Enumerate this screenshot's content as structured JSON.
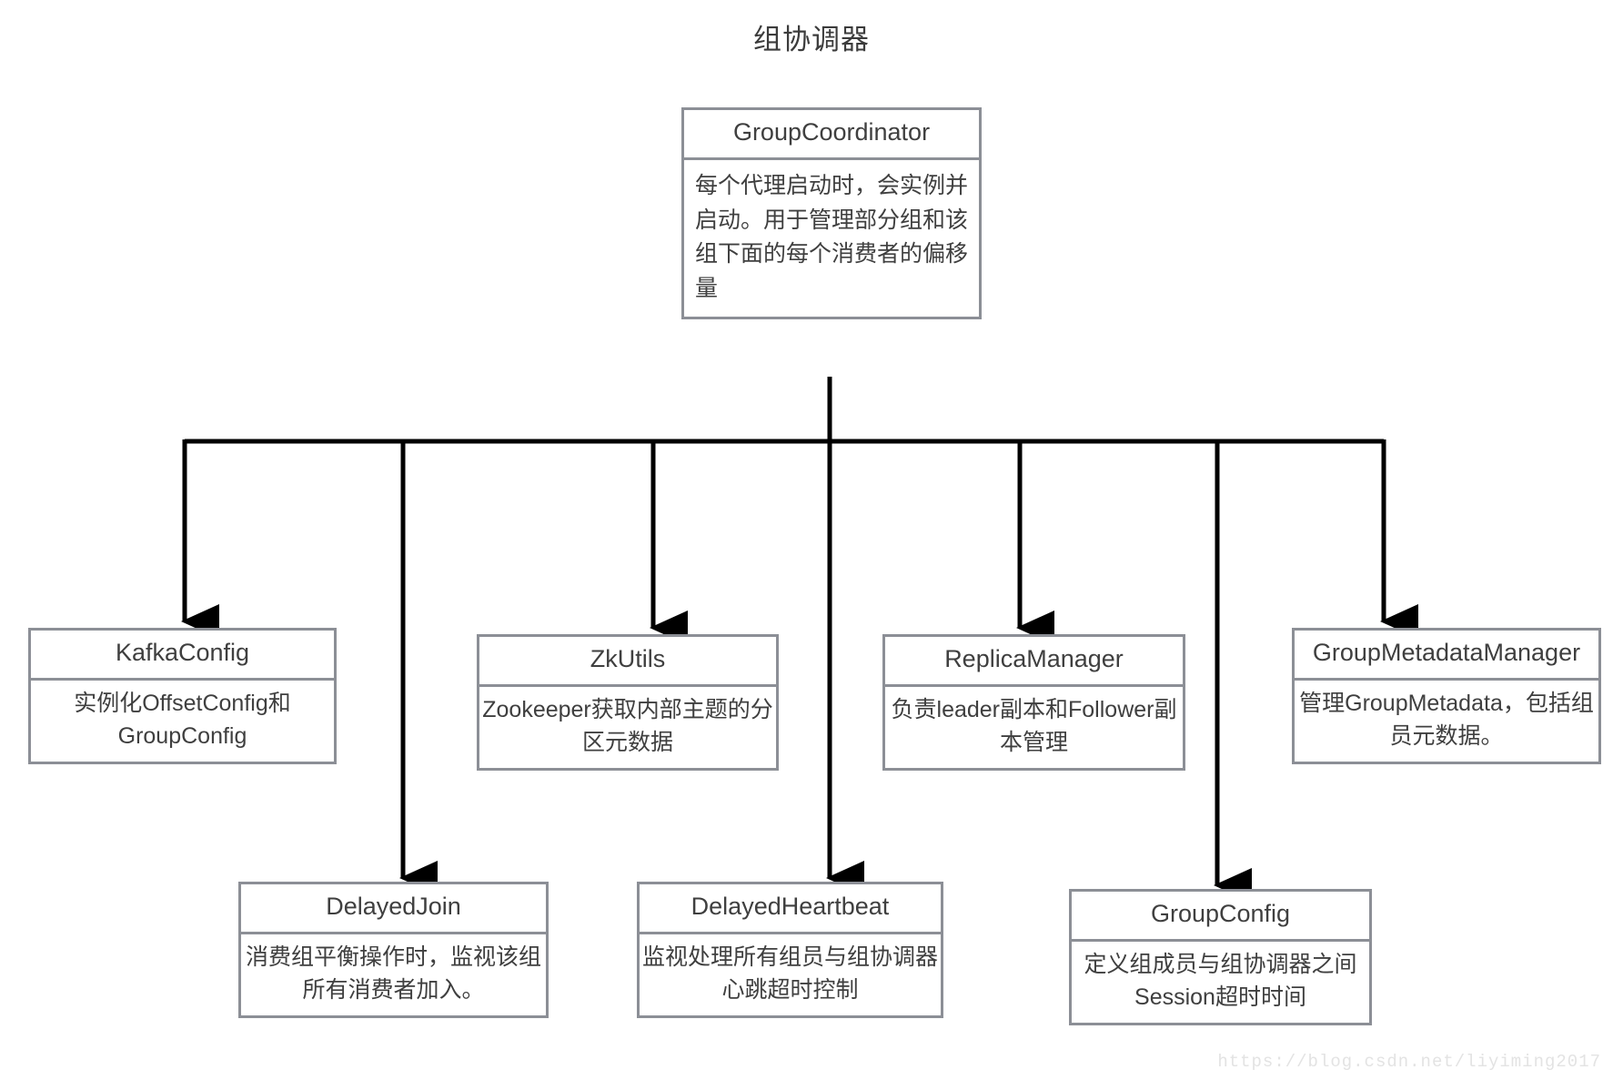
{
  "diagram": {
    "title": "组协调器",
    "type": "hierarchy-tree",
    "watermark": "https://blog.csdn.net/liyiming2017",
    "colors": {
      "node_border": "#8c8f96",
      "node_fill": "#ffffff",
      "edge": "#000000",
      "text": "#3f3f3f",
      "background": "#ffffff",
      "watermark": "#e3e3e3"
    }
  },
  "root": {
    "id": "group-coordinator",
    "title": "GroupCoordinator",
    "body": "每个代理启动时，会实例并启动。用于管理部分组和该组下面的每个消费者的偏移量"
  },
  "children": [
    {
      "id": "kafka-config",
      "title": "KafkaConfig",
      "body": "实例化OffsetConfig和GroupConfig"
    },
    {
      "id": "delayed-join",
      "title": "DelayedJoin",
      "body": "消费组平衡操作时，监视该组所有消费者加入。"
    },
    {
      "id": "zk-utils",
      "title": "ZkUtils",
      "body": "Zookeeper获取内部主题的分区元数据"
    },
    {
      "id": "delayed-heartbeat",
      "title": "DelayedHeartbeat",
      "body": "监视处理所有组员与组协调器心跳超时控制"
    },
    {
      "id": "replica-manager",
      "title": "ReplicaManager",
      "body": "负责leader副本和Follower副本管理"
    },
    {
      "id": "group-config",
      "title": "GroupConfig",
      "body": "定义组成员与组协调器之间Session超时时间"
    },
    {
      "id": "group-metadata-manager",
      "title": "GroupMetadataManager",
      "body": "管理GroupMetadata，包括组员元数据。"
    }
  ]
}
